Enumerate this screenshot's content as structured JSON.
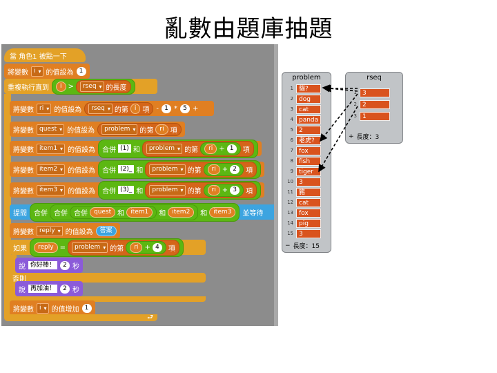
{
  "title": "亂數由題庫抽題",
  "script": {
    "hat": "當 角色1 被點一下",
    "set_i": {
      "verb": "將變數",
      "var": "i",
      "mid": "的值設為",
      "value": "1"
    },
    "repeat_until": {
      "label": "重複執行直到",
      "lhs": "i",
      "op": ">",
      "list": "rseq",
      "suffix": "的長度"
    },
    "set_ri": {
      "verb": "將變數",
      "var": "ri",
      "mid": "的值設為",
      "list": "rseq",
      "of": "的第",
      "i": "i",
      "item": "項",
      "minus": "-",
      "one": "1",
      "times": "*",
      "five": "5",
      "plus": "+",
      "blank": " "
    },
    "set_quest": {
      "verb": "將變數",
      "var": "quest",
      "mid": "的值設為",
      "list": "problem",
      "of": "的第",
      "idx": "ri",
      "item": "項"
    },
    "set_item1": {
      "verb": "將變數",
      "var": "item1",
      "mid": "的值設為",
      "join": "合併",
      "text": "(1)",
      "and": "和",
      "list": "problem",
      "of": "的第",
      "idx": "ri",
      "plus": "+",
      "n": "1",
      "item": "項"
    },
    "set_item2": {
      "verb": "將變數",
      "var": "item2",
      "mid": "的值設為",
      "join": "合併",
      "text": "(2)_",
      "and": "和",
      "list": "problem",
      "of": "的第",
      "idx": "ri",
      "plus": "+",
      "n": "2",
      "item": "項"
    },
    "set_item3": {
      "verb": "將變數",
      "var": "item3",
      "mid": "的值設為",
      "join": "合併",
      "text": "(3)_",
      "and": "和",
      "list": "problem",
      "of": "的第",
      "idx": "ri",
      "plus": "+",
      "n": "3",
      "item": "項"
    },
    "ask": {
      "label": "提問",
      "j1": "合併",
      "j2": "合併",
      "j3": "合併",
      "v1": "quest",
      "and": "和",
      "v2": "item1",
      "v3": "item2",
      "v4": "item3",
      "wait": "並等待"
    },
    "set_reply": {
      "verb": "將變數",
      "var": "reply",
      "mid": "的值設為",
      "value": "答案"
    },
    "if": {
      "label": "如果",
      "lhs": "reply",
      "op": "=",
      "list": "problem",
      "of": "的第",
      "idx": "ri",
      "plus": "+",
      "n": "4",
      "item": "項"
    },
    "say1": {
      "label": "說",
      "text": "你好棒！",
      "n": "2",
      "unit": "秒"
    },
    "else": "否則",
    "say2": {
      "label": "說",
      "text": "再加油！",
      "n": "2",
      "unit": "秒"
    },
    "change_i": {
      "verb": "將變數",
      "var": "i",
      "mid": "的值增加",
      "value": "1"
    }
  },
  "problem_monitor": {
    "title": "problem",
    "items": [
      {
        "n": "1",
        "v": "貓?"
      },
      {
        "n": "2",
        "v": "dog"
      },
      {
        "n": "3",
        "v": "cat"
      },
      {
        "n": "4",
        "v": "panda"
      },
      {
        "n": "5",
        "v": "2"
      },
      {
        "n": "6",
        "v": "老虎?"
      },
      {
        "n": "7",
        "v": "fox"
      },
      {
        "n": "8",
        "v": "fish"
      },
      {
        "n": "9",
        "v": "tiger"
      },
      {
        "n": "10",
        "v": "3"
      },
      {
        "n": "11",
        "v": "豬"
      },
      {
        "n": "12",
        "v": "cat"
      },
      {
        "n": "13",
        "v": "fox"
      },
      {
        "n": "14",
        "v": "pig"
      },
      {
        "n": "15",
        "v": "3"
      }
    ],
    "length_label": "長度：15"
  },
  "rseq_monitor": {
    "title": "rseq",
    "items": [
      {
        "n": "1",
        "v": "3"
      },
      {
        "n": "2",
        "v": "2"
      },
      {
        "n": "3",
        "v": "1"
      }
    ],
    "length_label": "長度：3"
  },
  "colors": {
    "control": "#e3a127",
    "variables": "#e07f22",
    "sensing": "#3ca4e0",
    "looks": "#8b5bd9",
    "list_cell": "#d9531e"
  }
}
